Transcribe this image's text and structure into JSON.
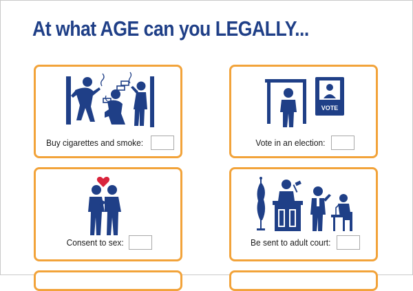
{
  "title": "At what AGE can you LEGALLY...",
  "colors": {
    "title": "#1f3f87",
    "card_border": "#f2a33a",
    "icon": "#1f3f87",
    "heart": "#d9243c",
    "vote_badge_text": "#ffffff"
  },
  "cards": [
    {
      "label": "Buy cigarettes and smoke:",
      "icon": "smokers-by-brick-wall-icon",
      "answer": ""
    },
    {
      "label": "Vote in an election:",
      "icon": "voting-booth-and-ballot-icon",
      "answer": "",
      "badge_text": "VOTE"
    },
    {
      "label": "Consent to sex:",
      "icon": "couple-kissing-with-heart-icon",
      "answer": ""
    },
    {
      "label": "Be sent to adult court:",
      "icon": "courtroom-judge-icon",
      "answer": ""
    }
  ]
}
